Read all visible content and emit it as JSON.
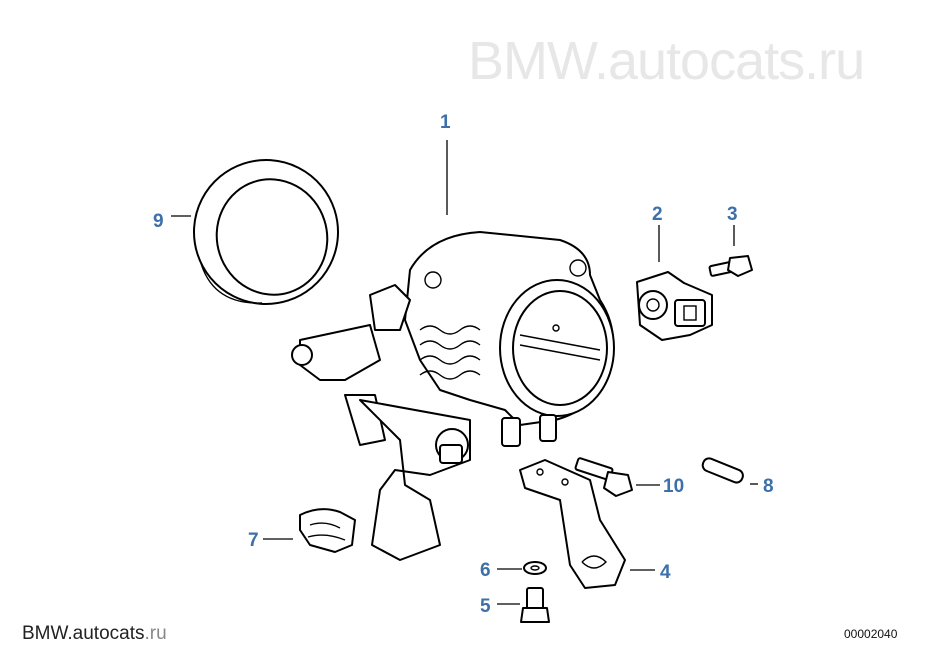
{
  "watermark_text": "BMW.autocats.ru",
  "footer": {
    "brand_main": "BMW.",
    "brand_mid": "autocats",
    "brand_tld": ".ru"
  },
  "diagram_code": "00002040",
  "callouts": {
    "c1": "1",
    "c2": "2",
    "c3": "3",
    "c4": "4",
    "c5": "5",
    "c6": "6",
    "c7": "7",
    "c8": "8",
    "c9": "9",
    "c10": "10"
  },
  "colors": {
    "callout": "#3d6fa8",
    "watermark": "#e7e7e7",
    "line": "#000000"
  }
}
